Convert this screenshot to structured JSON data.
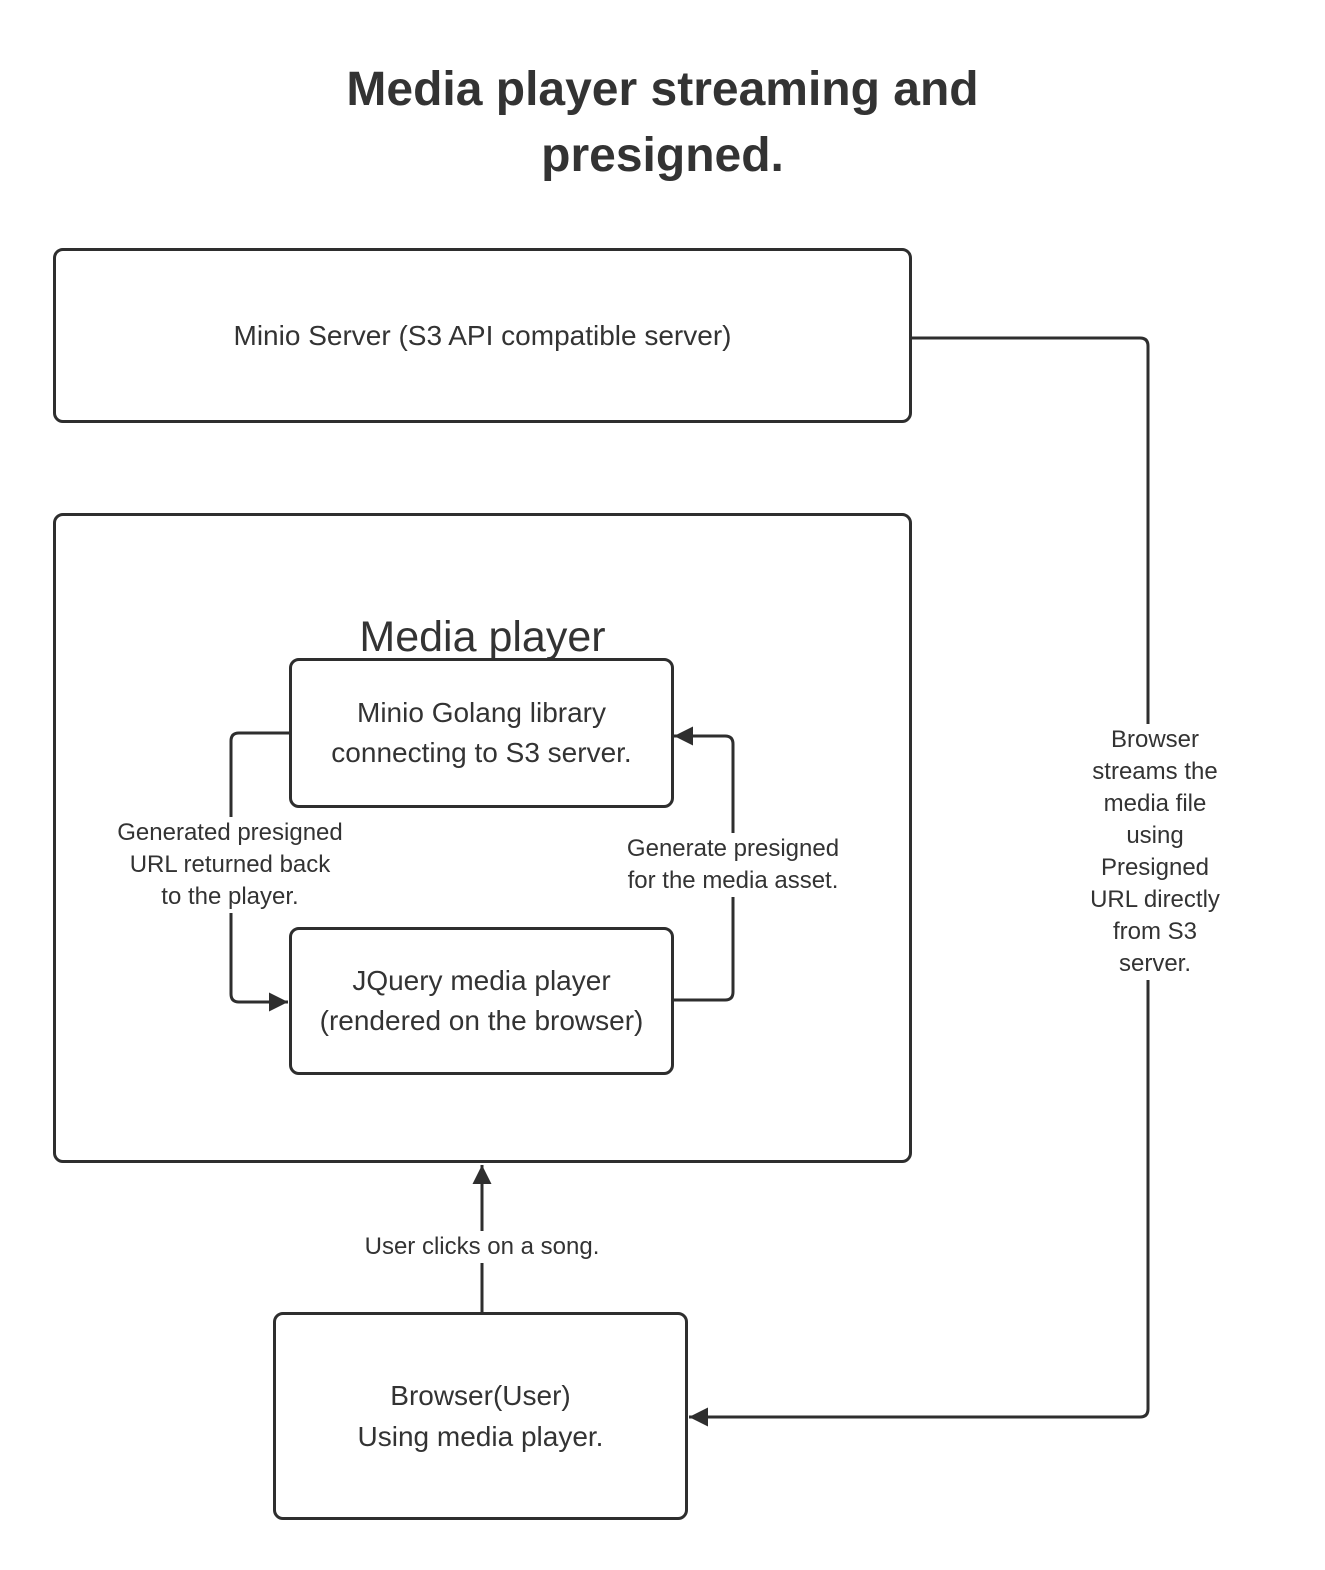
{
  "title_lines": [
    "Media player streaming and",
    "presigned."
  ],
  "colors": {
    "line": "#2e2e2e",
    "text": "#333333",
    "background": "#ffffff"
  },
  "nodes": {
    "minio_server": {
      "label": "Minio Server (S3 API compatible server)"
    },
    "media_player": {
      "label": "Media player"
    },
    "minio_golang": {
      "label_lines": [
        "Minio Golang library",
        "connecting to S3 server."
      ]
    },
    "jquery_player": {
      "label_lines": [
        "JQuery media player",
        "(rendered on the browser)"
      ]
    },
    "browser_user": {
      "label_lines": [
        "Browser(User)",
        "Using media player."
      ]
    }
  },
  "edge_labels": {
    "generated_presigned": [
      "Generated presigned",
      "URL returned back",
      "to the player."
    ],
    "generate_presigned": [
      "Generate presigned",
      "for the media asset."
    ],
    "user_clicks": [
      "User clicks on a song."
    ],
    "browser_streams": [
      "Browser streams the",
      "media file using",
      "Presigned URL directly",
      "from S3 server."
    ]
  }
}
